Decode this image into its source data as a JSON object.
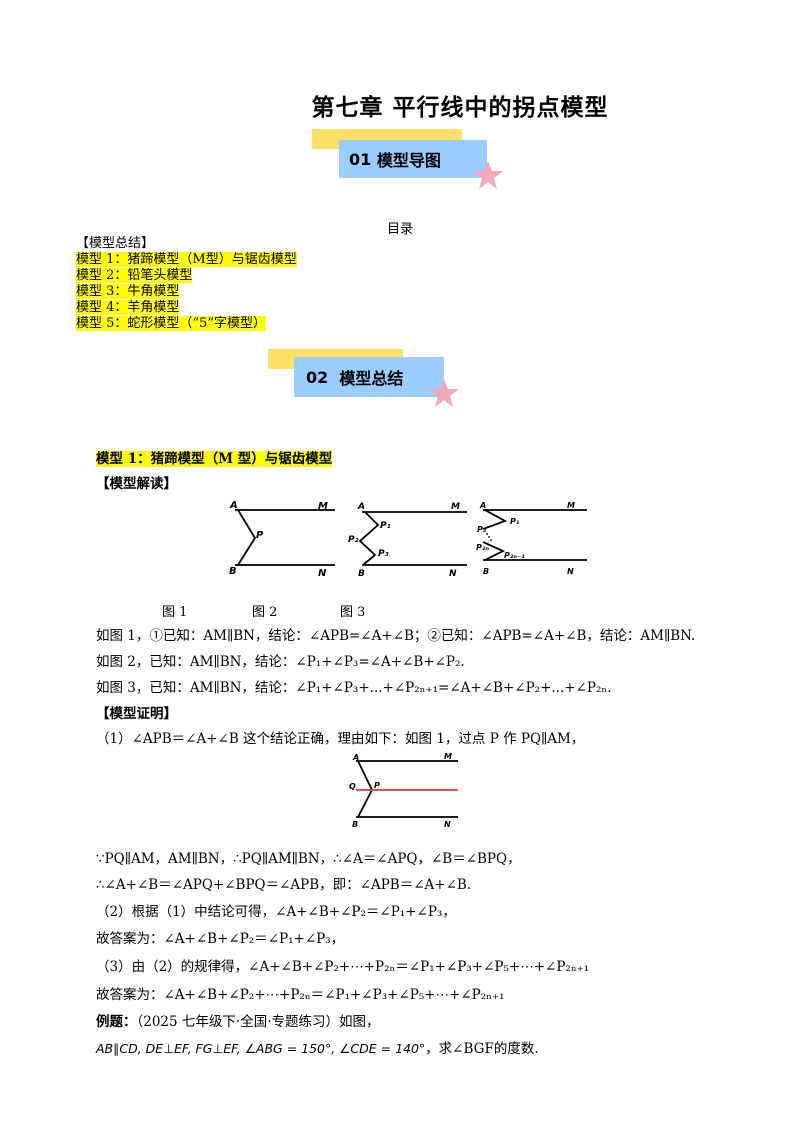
{
  "title": "第七章  平行线中的拐点模型",
  "banner1": {
    "number": "01",
    "text": "模型导图"
  },
  "toc": {
    "caption": "目录",
    "header": "【模型总结】",
    "items": [
      "模型 1：猪蹄模型（M型）与锯齿模型",
      "模型 2：铅笔头模型",
      "模型 3：牛角模型",
      "模型 4：羊角模型",
      "模型 5：蛇形模型（“5”字模型）"
    ]
  },
  "banner2": {
    "number": "02",
    "text": "模型总结"
  },
  "model1": {
    "heading": "模型 1：猪蹄模型（M 型）与锯齿模型",
    "interpret_header": "【模型解读】",
    "figure_labels": [
      "图 1",
      "图 2",
      "图 3"
    ],
    "lines": [
      "如图 1，①已知：AM∥BN，结论：∠APB=∠A+∠B；②已知：∠APB=∠A+∠B，结论：AM∥BN.",
      "如图 2，已知：AM∥BN，结论：∠P₁+∠P₃=∠A+∠B+∠P₂.",
      "如图 3，已知：AM∥BN，结论：∠P₁+∠P₃+...+∠P₂ₙ₊₁=∠A+∠B+∠P₂+...+∠P₂ₙ."
    ],
    "proof_header": "【模型证明】",
    "proof_lines": [
      "（1）∠APB＝∠A+∠B 这个结论正确，理由如下：如图 1，过点 P 作 PQ∥AM，",
      "∵PQ∥AM，AM∥BN，∴PQ∥AM∥BN，∴∠A＝∠APQ，∠B＝∠BPQ，",
      "∴∠A+∠B＝∠APQ+∠BPQ＝∠APB，即：∠APB＝∠A+∠B.",
      "（2）根据（1）中结论可得，∠A+∠B+∠P₂＝∠P₁+∠P₃，",
      "故答案为：∠A+∠B+∠P₂＝∠P₁+∠P₃，",
      "（3）由（2）的规律得，∠A+∠B+∠P₂+⋯+P₂ₙ＝∠P₁+∠P₃+∠P₅+⋯+∠P₂ₙ₊₁",
      "故答案为：∠A+∠B+∠P₂+⋯+P₂ₙ＝∠P₁+∠P₃+∠P₅+⋯+∠P₂ₙ₊₁"
    ],
    "example_label": "例题：",
    "example_source": "（2025 七年级下·全国·专题练习）如图，",
    "example_condition": "AB∥CD, DE⊥EF, FG⊥EF, ∠ABG = 150°, ∠CDE = 140°",
    "example_question": "，求∠BGF的度数."
  },
  "figure_points": {
    "A": "A",
    "M": "M",
    "B": "B",
    "N": "N",
    "P": "P",
    "P1": "P₁",
    "P2": "P₂",
    "P3": "P₃",
    "P2n": "P₂ₙ",
    "P2n1": "P₂ₙ₋₁",
    "Q": "Q"
  },
  "colors": {
    "highlight": "#ffff00",
    "banner_blue": "#99ccff",
    "banner_yellow": "#ffe066",
    "star": "#f4a7b9",
    "pq_line": "#e53935"
  }
}
